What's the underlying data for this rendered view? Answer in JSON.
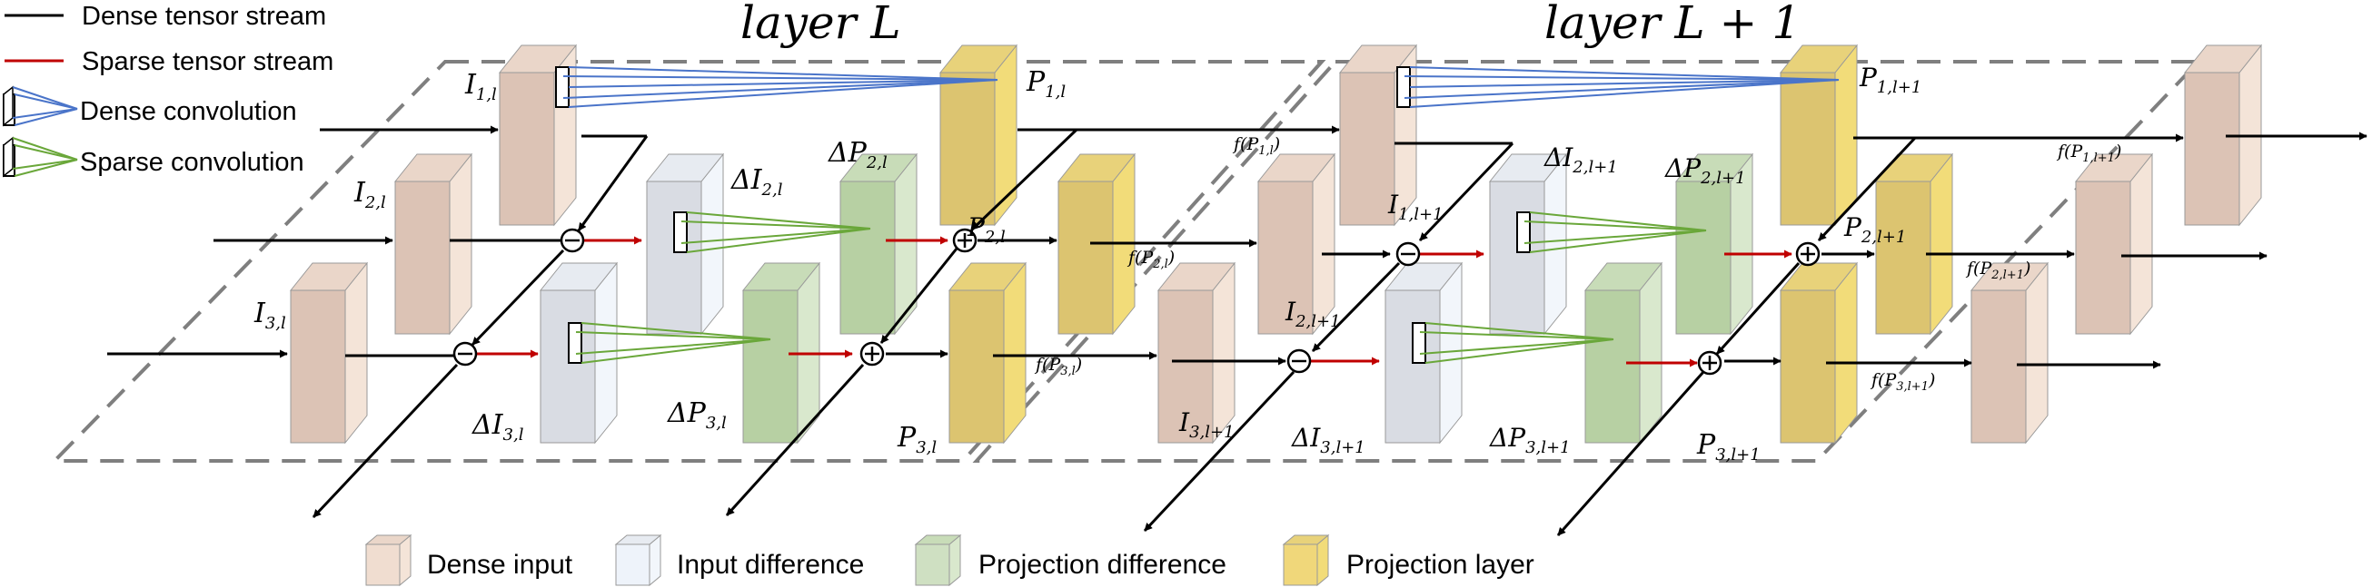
{
  "legend": {
    "dense_stream": "Dense tensor stream",
    "sparse_stream": "Sparse tensor stream",
    "dense_conv": "Dense convolution",
    "sparse_conv": "Sparse convolution"
  },
  "titles": {
    "layer_l": "layer L",
    "layer_l1": "layer L + 1"
  },
  "bottom_legend": {
    "dense_input": "Dense input",
    "input_difference": "Input difference",
    "projection_difference": "Projection difference",
    "projection_layer": "Projection layer"
  },
  "labels": {
    "I1l": "I",
    "I1l_sub": "1,l",
    "I2l": "I",
    "I2l_sub": "2,l",
    "I3l": "I",
    "I3l_sub": "3,l",
    "dI2l": "ΔI",
    "dI2l_sub": "2,l",
    "dI3l": "ΔI",
    "dI3l_sub": "3,l",
    "dP2l": "ΔP",
    "dP2l_sub": "2,l",
    "dP3l": "ΔP",
    "dP3l_sub": "3,l",
    "P1l": "P",
    "P1l_sub": "1,l",
    "P2l": "P",
    "P2l_sub": "2,l",
    "P3l": "P",
    "P3l_sub": "3,l",
    "I1l1": "I",
    "I1l1_sub": "1,l+1",
    "I2l1": "I",
    "I2l1_sub": "2,l+1",
    "I3l1": "I",
    "I3l1_sub": "3,l+1",
    "dI2l1": "ΔI",
    "dI2l1_sub": "2,l+1",
    "dI3l1": "ΔI",
    "dI3l1_sub": "3,l+1",
    "dP2l1": "ΔP",
    "dP2l1_sub": "2,l+1",
    "dP3l1": "ΔP",
    "dP3l1_sub": "3,l+1",
    "P1l1": "P",
    "P1l1_sub": "1,l+1",
    "P2l1": "P",
    "P2l1_sub": "2,l+1",
    "P3l1": "P",
    "P3l1_sub": "3,l+1",
    "fP1l": "f(P",
    "fP1l_sub": "1,l",
    "fP1l_end": ")",
    "fP2l": "f(P",
    "fP2l_sub": "2,l",
    "fP2l_end": ")",
    "fP3l": "f(P",
    "fP3l_sub": "3,l",
    "fP3l_end": ")",
    "fP1l1": "f(P",
    "fP1l1_sub": "1,l+1",
    "fP1l1_end": ")",
    "fP2l1": "f(P",
    "fP2l1_sub": "2,l+1",
    "fP2l1_end": ")",
    "fP3l1": "f(P",
    "fP3l1_sub": "3,l+1",
    "fP3l1_end": ")"
  },
  "colors": {
    "dense_input_front": "#dcc3b5",
    "dense_input_side": "#f4e4d8",
    "input_diff_front": "#d9dce3",
    "input_diff_side": "#f2f6fb",
    "proj_diff_front": "#b7d0a3",
    "proj_diff_side": "#d9e8cd",
    "proj_layer_front": "#dcc470",
    "proj_layer_side": "#f2dc79",
    "dense_stream": "#000000",
    "sparse_stream": "#c00000",
    "dense_conv": "#4a74c9",
    "sparse_conv": "#6aa73a",
    "layer_box": "#7f7f7f"
  }
}
